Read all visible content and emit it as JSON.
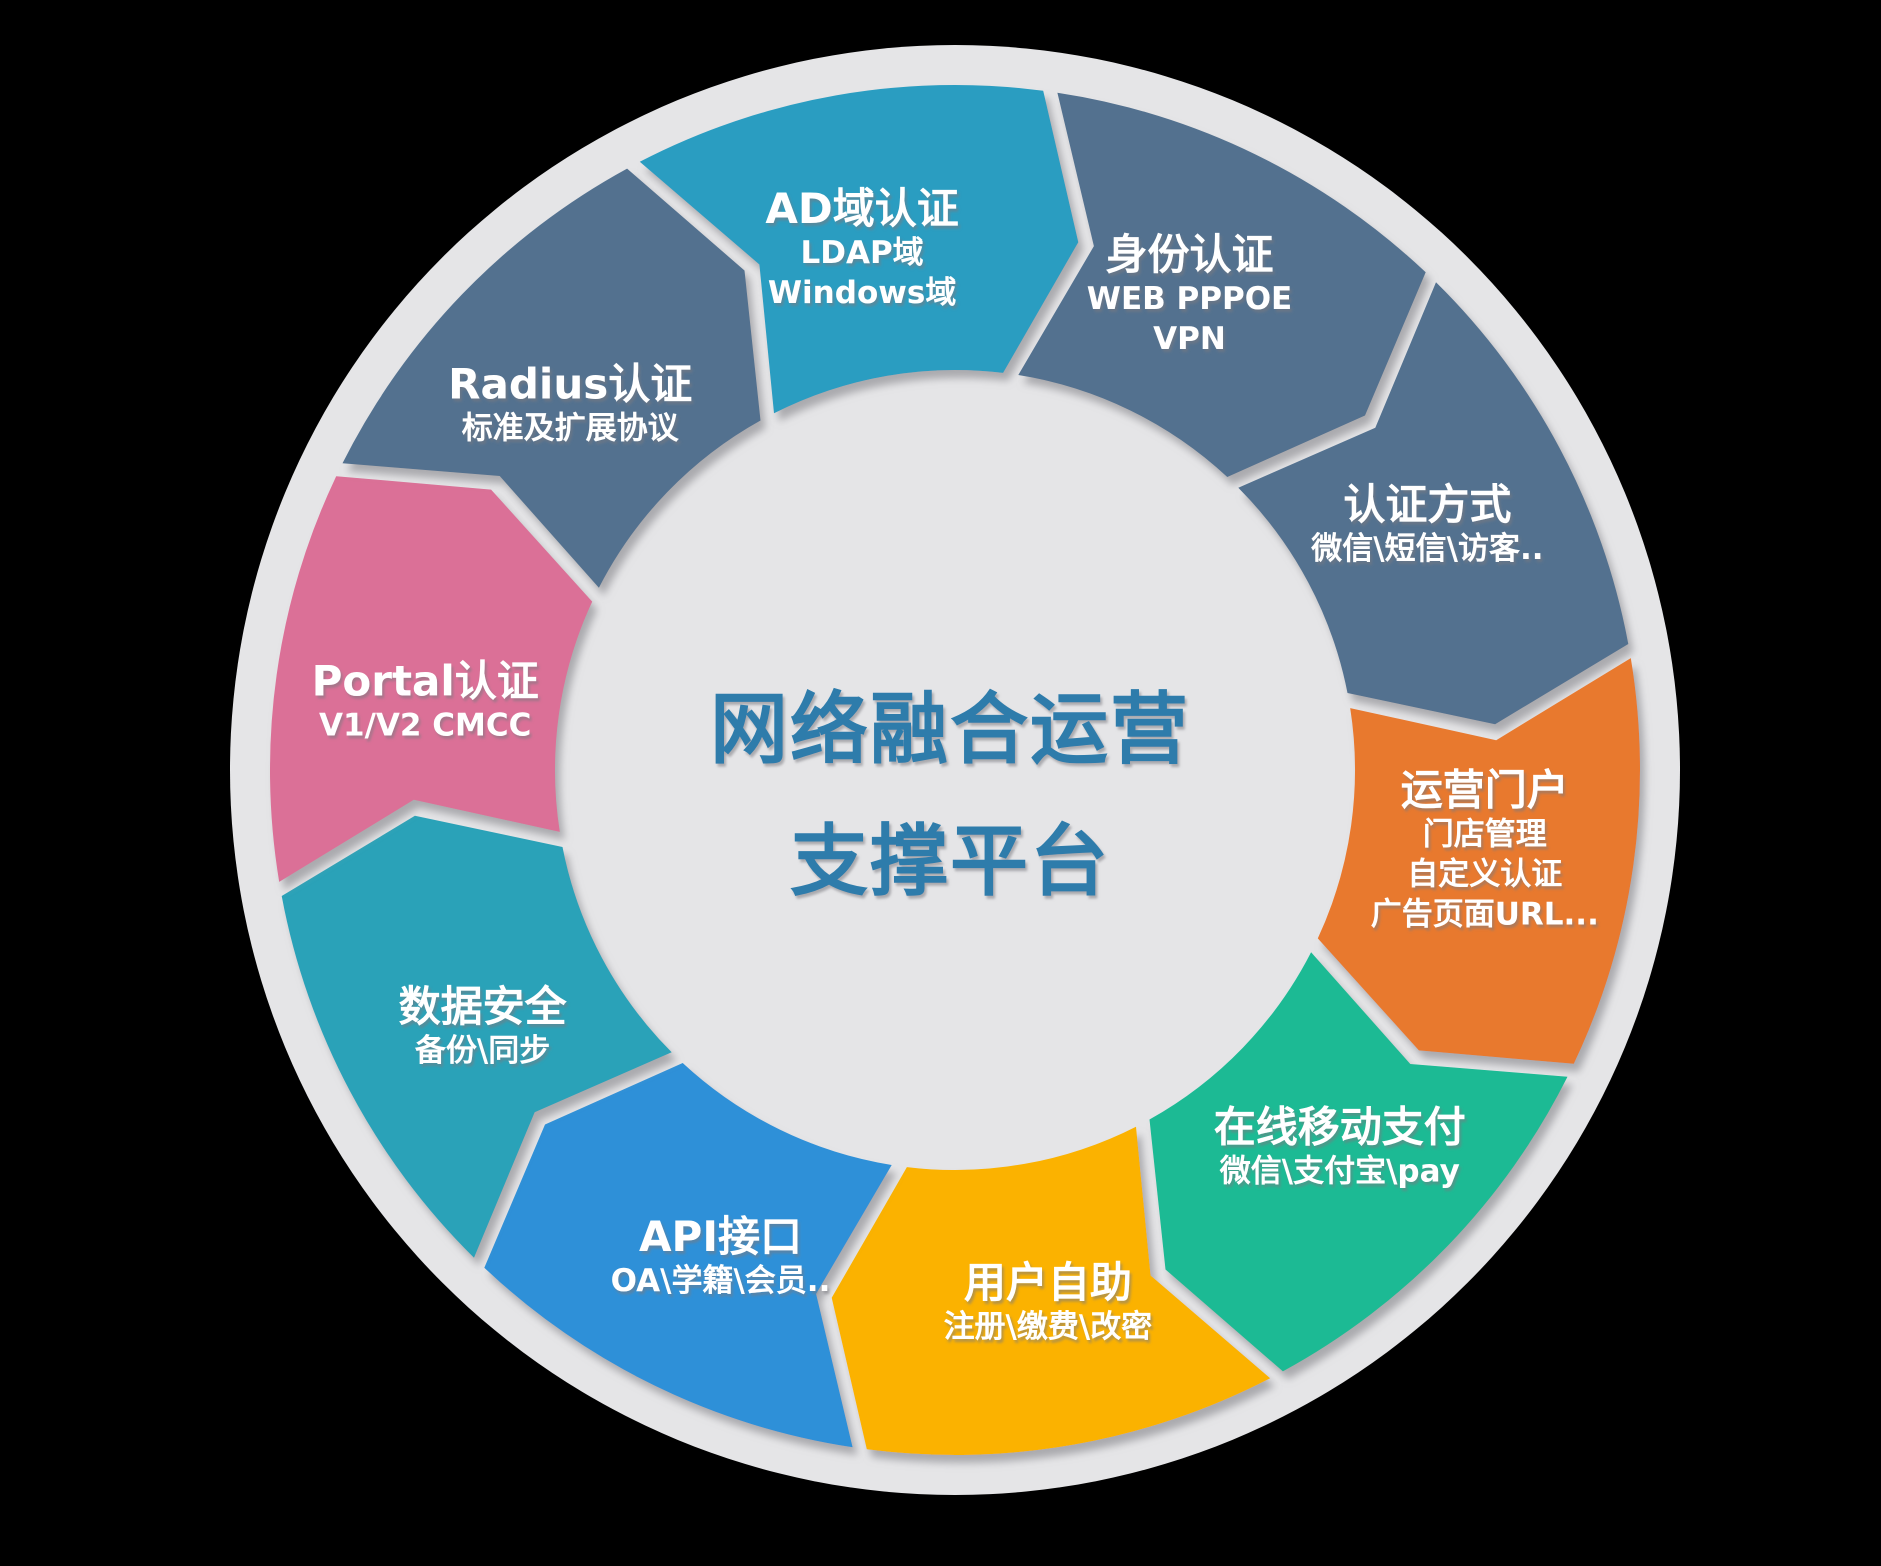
{
  "diagram": {
    "center": {
      "line1": "网络融合运营",
      "line2": "支撑平台",
      "color": "#2E7CAB"
    },
    "segments": [
      {
        "id": "ad-domain-auth",
        "title": "AD域认证",
        "lines": [
          "LDAP域",
          "Windows域"
        ],
        "color": "#2B9DC1"
      },
      {
        "id": "identity-auth",
        "title": "身份认证",
        "lines": [
          "WEB PPPOE",
          "VPN"
        ],
        "color": "#53718F"
      },
      {
        "id": "auth-method",
        "title": "认证方式",
        "lines": [
          "微信\\短信\\访客.."
        ],
        "color": "#53718F"
      },
      {
        "id": "operation-portal",
        "title": "运营门户",
        "lines": [
          "门店管理",
          "自定义认证",
          "广告页面URL..."
        ],
        "color": "#E8792F"
      },
      {
        "id": "online-mobile-payment",
        "title": "在线移动支付",
        "lines": [
          "微信\\支付宝\\pay"
        ],
        "color": "#1ABA94"
      },
      {
        "id": "user-self-service",
        "title": "用户自助",
        "lines": [
          "注册\\缴费\\改密"
        ],
        "color": "#FBB203"
      },
      {
        "id": "api-interface",
        "title": "API接口",
        "lines": [
          "OA\\学籍\\会员.."
        ],
        "color": "#2E90D8"
      },
      {
        "id": "data-security",
        "title": "数据安全",
        "lines": [
          "备份\\同步"
        ],
        "color": "#2CA2B8"
      },
      {
        "id": "portal-auth",
        "title": "Portal认证",
        "lines": [
          "V1/V2 CMCC"
        ],
        "color": "#DB7097"
      },
      {
        "id": "radius-auth",
        "title": "Radius认证",
        "lines": [
          "标准及扩展协议"
        ],
        "color": "#53718F"
      }
    ],
    "colors": {
      "background": "#000000",
      "wheel_base": "#E5E5E7"
    }
  }
}
